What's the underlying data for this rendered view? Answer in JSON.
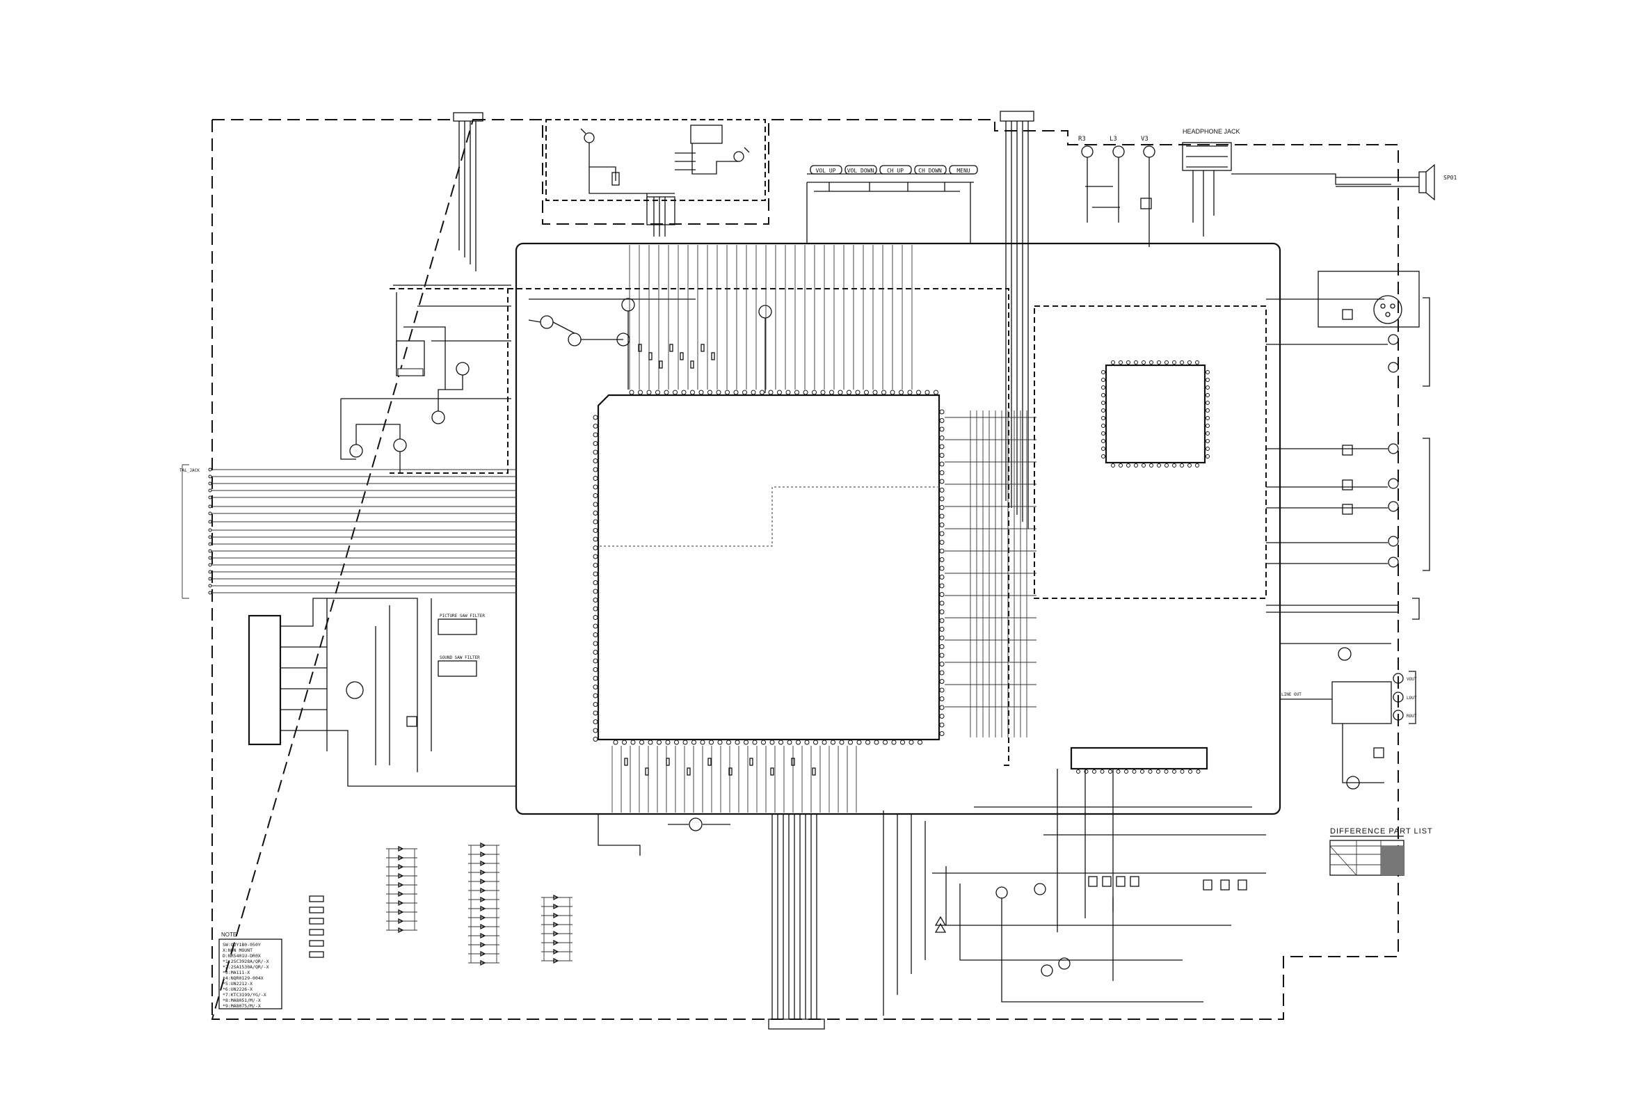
{
  "labels": {
    "headphone_jack": "HEADPHONE JACK",
    "difference_part_list": "DIFFERENCE PART LIST",
    "picture_filter": "PICTURE SAW FILTER",
    "sound_filter": "SOUND SAW FILTER",
    "note_title": "NOTE",
    "speaker": "SP01",
    "tal_jack": "TAL_JACK",
    "line_out": "LINE OUT",
    "vout": "VOUT",
    "lout": "LOUT",
    "rout": "ROUT"
  },
  "keys": [
    "VOL UP",
    "VOL DOWN",
    "CH UP",
    "CH DOWN",
    "MENU"
  ],
  "jack_letters": [
    "R3",
    "L3",
    "V3"
  ],
  "note_lines": [
    "SW:QUY1B0-050Y",
    "X:NON MOUNT",
    "D:NR5401U-DR0X",
    "*1:2SC3928A/QR/-X",
    "*2:2SA1530A/QR/-X",
    "*3:MA111-X",
    "*4:NQR0129-004X",
    "*5:UN2212-X",
    "*6:UN2226-X",
    "*7:KTC3199/YG/-X",
    "*8:MA8051/M/-X",
    "*9:MA8075/M/-X"
  ],
  "colors": {
    "ink": "#111111",
    "paper": "#ffffff",
    "shade": "#777777"
  }
}
